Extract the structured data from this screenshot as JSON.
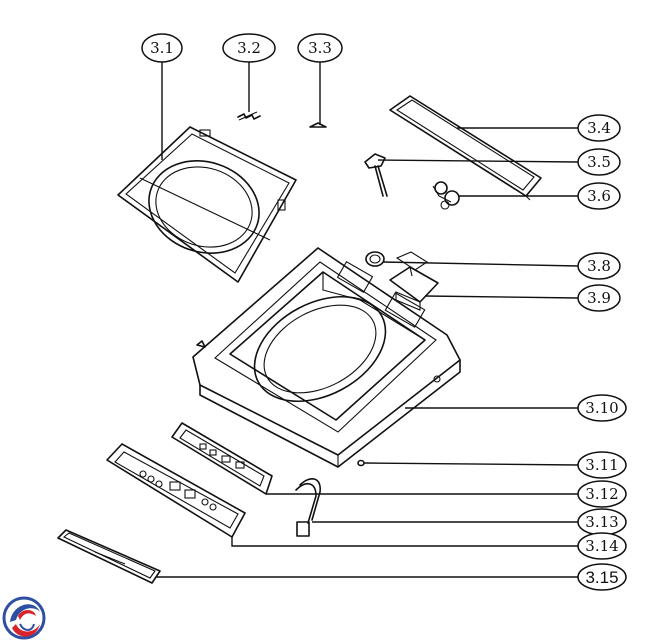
{
  "diagram": {
    "callouts": [
      {
        "id": "3.1",
        "label": "3.1"
      },
      {
        "id": "3.2",
        "label": "3.2"
      },
      {
        "id": "3.3",
        "label": "3.3"
      },
      {
        "id": "3.4",
        "label": "3.4"
      },
      {
        "id": "3.5",
        "label": "3.5"
      },
      {
        "id": "3.6",
        "label": "3.6"
      },
      {
        "id": "3.8",
        "label": "3.8"
      },
      {
        "id": "3.9",
        "label": "3.9"
      },
      {
        "id": "3.10",
        "label": "3.10"
      },
      {
        "id": "3.11",
        "label": "3.11"
      },
      {
        "id": "3.12",
        "label": "3.12"
      },
      {
        "id": "3.13",
        "label": "3.13"
      },
      {
        "id": "3.14",
        "label": "3.14"
      },
      {
        "id": "3.15",
        "label": "3.15"
      }
    ],
    "logo": {
      "icon": "brand-logo-icon",
      "colors": {
        "red": "#d9232a",
        "blue": "#2f4fa2"
      }
    }
  }
}
